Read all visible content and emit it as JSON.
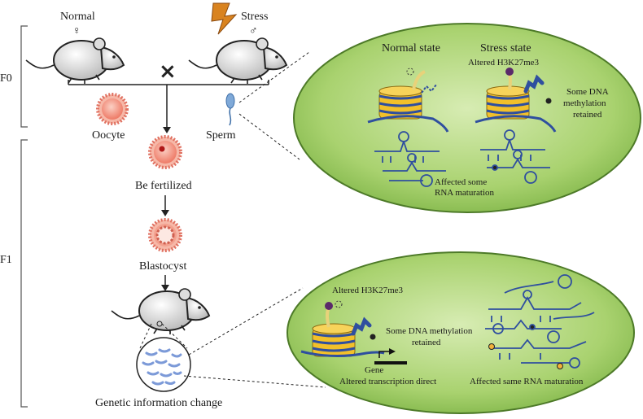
{
  "generation_labels": {
    "f0": "F0",
    "f1": "F1"
  },
  "parents": {
    "normal_label": "Normal",
    "normal_symbol": "♀",
    "stress_label": "Stress",
    "stress_symbol": "♂",
    "cross_symbol": "×"
  },
  "cells": {
    "oocyte": "Oocyte",
    "sperm": "Sperm",
    "fertilized": "Be fertilized",
    "blastocyst": "Blastocyst",
    "genetic": "Genetic information change"
  },
  "top_panel": {
    "normal_state": "Normal state",
    "stress_state": "Stress state",
    "altered_h3k": "Altered H3K27me3",
    "dna_methylation_1": "Some DNA",
    "dna_methylation_2": "methylation",
    "dna_methylation_3": "retained",
    "rna_1": "Affected some",
    "rna_2": "RNA maturation"
  },
  "bottom_panel": {
    "altered_h3k": "Altered H3K27me3",
    "dna_methylation_1": "Some DNA methylation",
    "dna_methylation_2": "retained",
    "gene": "Gene",
    "transcription": "Altered transcription direct",
    "rna": "Affected same RNA maturation"
  },
  "colors": {
    "panel_green": "#9ccc65",
    "oocyte_red": "#f08070",
    "histone_yellow": "#f2c02a",
    "dna_blue": "#2f4f9f",
    "lightning": "#d9831f"
  }
}
